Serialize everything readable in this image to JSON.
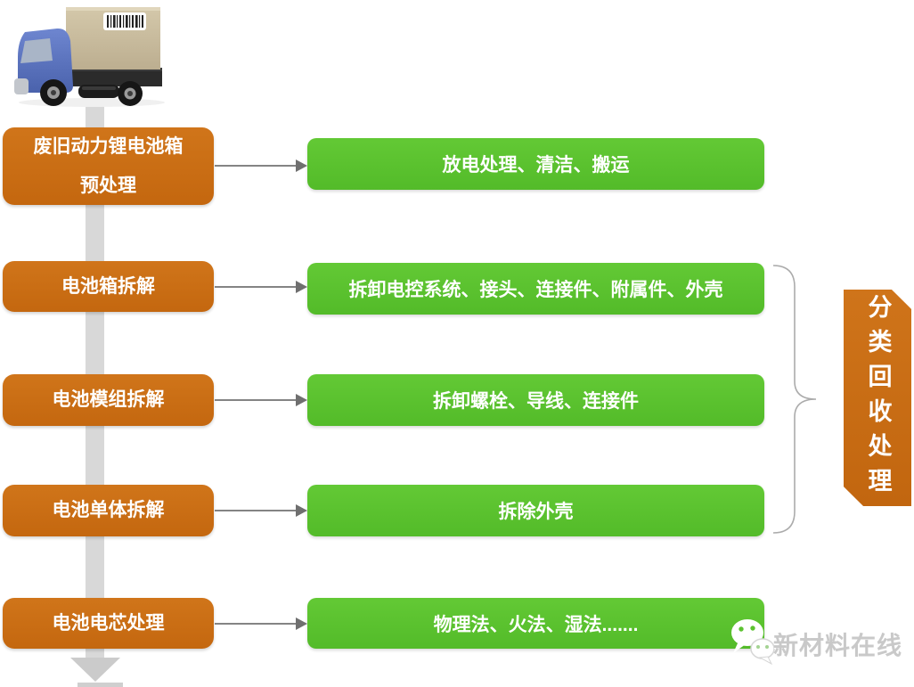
{
  "diagram": {
    "stages": [
      {
        "stage": "废旧动力锂电池箱\n预处理",
        "detail": "放电处理、清洁、搬运"
      },
      {
        "stage": "电池箱拆解",
        "detail": "拆卸电控系统、接头、连接件、附属件、外壳"
      },
      {
        "stage": "电池模组拆解",
        "detail": "拆卸螺栓、导线、连接件"
      },
      {
        "stage": "电池单体拆解",
        "detail": "拆除外壳"
      },
      {
        "stage": "电池电芯处理",
        "detail": "物理法、火法、湿法......."
      }
    ],
    "side_label": "分类回收处理"
  },
  "watermark": {
    "text": "新材料在线"
  },
  "icons": {
    "truck": "delivery-truck-icon",
    "watermark": "wechat-bubbles-icon"
  },
  "colors": {
    "stage_box": "#C96F17",
    "detail_box": "#5CC230",
    "flow_bar": "#D8D8D8",
    "connector": "#7F7F7F",
    "brace": "#ABABAB",
    "watermark_text": "#C9C9C9"
  }
}
